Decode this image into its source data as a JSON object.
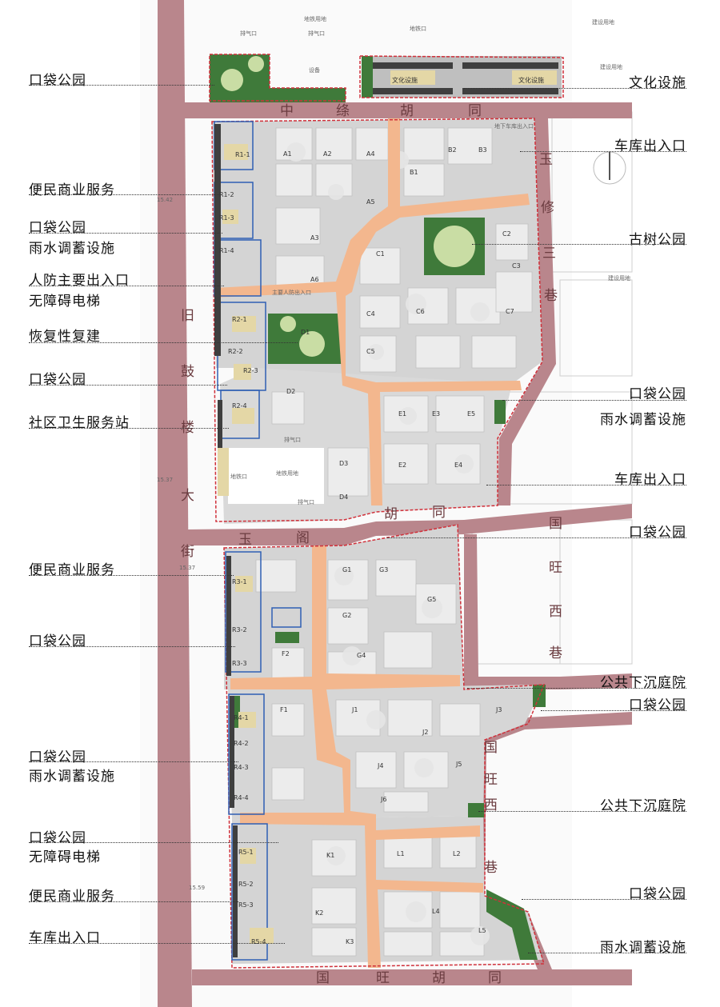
{
  "left_labels": [
    {
      "text": "口袋公园"
    },
    {
      "text": "便民商业服务"
    },
    {
      "text": "口袋公园"
    },
    {
      "text": "雨水调蓄设施"
    },
    {
      "text": "人防主要出入口"
    },
    {
      "text": "无障碍电梯"
    },
    {
      "text": "恢复性复建"
    },
    {
      "text": "口袋公园"
    },
    {
      "text": "社区卫生服务站"
    },
    {
      "text": "便民商业服务"
    },
    {
      "text": "口袋公园"
    },
    {
      "text": "口袋公园"
    },
    {
      "text": "雨水调蓄设施"
    },
    {
      "text": "口袋公园"
    },
    {
      "text": "无障碍电梯"
    },
    {
      "text": "便民商业服务"
    },
    {
      "text": "车库出入口"
    }
  ],
  "right_labels": [
    {
      "text": "文化设施"
    },
    {
      "text": "车库出入口"
    },
    {
      "text": "古树公园"
    },
    {
      "text": "口袋公园"
    },
    {
      "text": "雨水调蓄设施"
    },
    {
      "text": "车库出入口"
    },
    {
      "text": "口袋公园"
    },
    {
      "text": "公共下沉庭院"
    },
    {
      "text": "口袋公园"
    },
    {
      "text": "公共下沉庭院"
    },
    {
      "text": "口袋公园"
    },
    {
      "text": "雨水调蓄设施"
    }
  ],
  "roads": {
    "west_avenue": [
      "旧",
      "鼓",
      "楼",
      "大",
      "街"
    ],
    "north_hutong": [
      "中",
      "绦",
      "胡",
      "同"
    ],
    "middle_hutong": [
      "玉",
      "阁",
      "胡",
      "同"
    ],
    "south_hutong": [
      "国",
      "旺",
      "胡",
      "同"
    ],
    "east_lane_1": [
      "玉",
      "修",
      "三",
      "巷"
    ],
    "east_lane_2": [
      "国",
      "旺",
      "西",
      "巷"
    ],
    "east_lane_3": [
      "国",
      "旺",
      "西",
      "巷"
    ]
  },
  "map_text": {
    "subway_north": "地铁用地",
    "exhaust_1": "排气口",
    "exhaust_2": "排气口",
    "subway_exit": "地铁口",
    "equipment": "设备",
    "planned_land_1": "建设用地",
    "planned_land_2": "建设用地",
    "planned_land_3": "建设用地",
    "culture_1": "文化设施",
    "culture_2": "文化设施",
    "subway_mid": "地铁用地",
    "exhaust_mid": "排气口",
    "exhaust_low": "排气口",
    "subway_exit_mid": "地铁口",
    "garage_in": "地下车库出入口",
    "civil_defense": "主要人防出入口",
    "elev_1": "15.42",
    "elev_2": "15.37",
    "elev_3": "15.37",
    "elev_4": "15.59"
  },
  "block_codes": [
    "R1-1",
    "R1-2",
    "R1-3",
    "R1-4",
    "R2-1",
    "R2-2",
    "R2-3",
    "R2-4",
    "R3-1",
    "R3-2",
    "R3-3",
    "R4-1",
    "R4-2",
    "R4-3",
    "R4-4",
    "R5-1",
    "R5-2",
    "R5-3",
    "R5-4",
    "A1",
    "A2",
    "A3",
    "A4",
    "A5",
    "A6",
    "B1",
    "B2",
    "B3",
    "C1",
    "C2",
    "C3",
    "C4",
    "C5",
    "C6",
    "C7",
    "D1",
    "D2",
    "D3",
    "D4",
    "E1",
    "E2",
    "E3",
    "E4",
    "E5",
    "F1",
    "F2",
    "G1",
    "G2",
    "G3",
    "G4",
    "G5",
    "J1",
    "J2",
    "J3",
    "J4",
    "J5",
    "J6",
    "K1",
    "K2",
    "K3",
    "L1",
    "L2",
    "L4",
    "L5"
  ],
  "colors": {
    "road": "#b9868c",
    "path": "#f3b78e",
    "boundary_red": "#d0303a",
    "boundary_blue": "#2f5fb3",
    "green": "#3f7a3a",
    "building": "#d8d8d8"
  }
}
